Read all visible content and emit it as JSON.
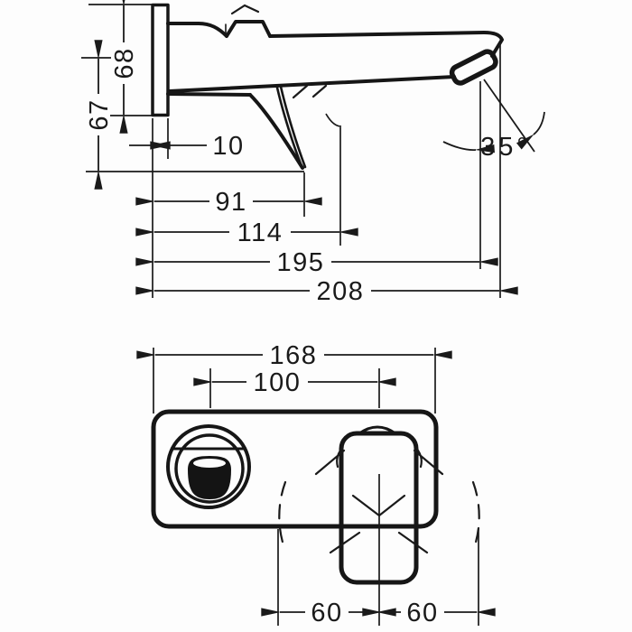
{
  "colors": {
    "background": "#fdfdfd",
    "line": "#1a1a1a"
  },
  "side_view": {
    "dims": {
      "d68": "68",
      "d67": "67",
      "d10": "10",
      "d91": "91",
      "d114": "114",
      "d195": "195",
      "d208": "208",
      "angle": "35°"
    }
  },
  "front_view": {
    "dims": {
      "d168": "168",
      "d100": "100",
      "d60_left": "60",
      "d60_right": "60"
    }
  }
}
